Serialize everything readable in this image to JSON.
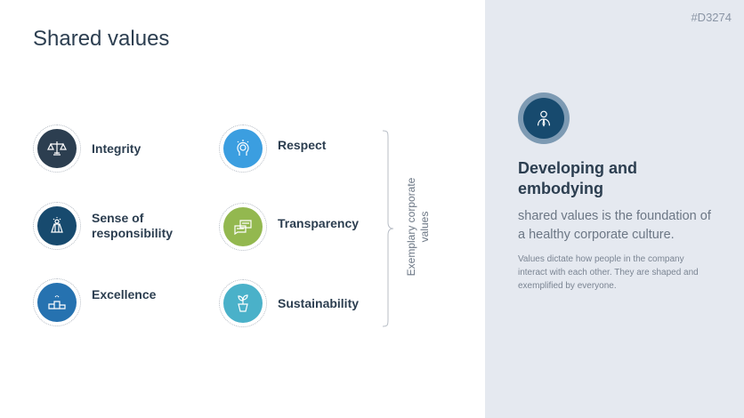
{
  "header": {
    "title": "Shared values",
    "code": "#D3274"
  },
  "values": [
    {
      "label": "Integrity",
      "icon": "scales-icon",
      "color": "#2c3e50"
    },
    {
      "label": "Sense of responsibility",
      "icon": "person-cape-icon",
      "color": "#174a6e"
    },
    {
      "label": "Excellence",
      "icon": "podium-icon",
      "color": "#2672b0"
    },
    {
      "label": "Respect",
      "icon": "head-brain-icon",
      "color": "#3b9ee0"
    },
    {
      "label": "Transparency",
      "icon": "chat-bubbles-icon",
      "color": "#93b84f"
    },
    {
      "label": "Sustainability",
      "icon": "plant-pot-icon",
      "color": "#4ab1c9"
    }
  ],
  "brace_label": "Exemplary corporate values",
  "panel": {
    "heading": "Developing and embodying",
    "subheading": "shared values is the foundation of a healthy corporate culture.",
    "body": "Values dictate how people in the company interact with each other. They are shaped and exemplified by everyone."
  }
}
